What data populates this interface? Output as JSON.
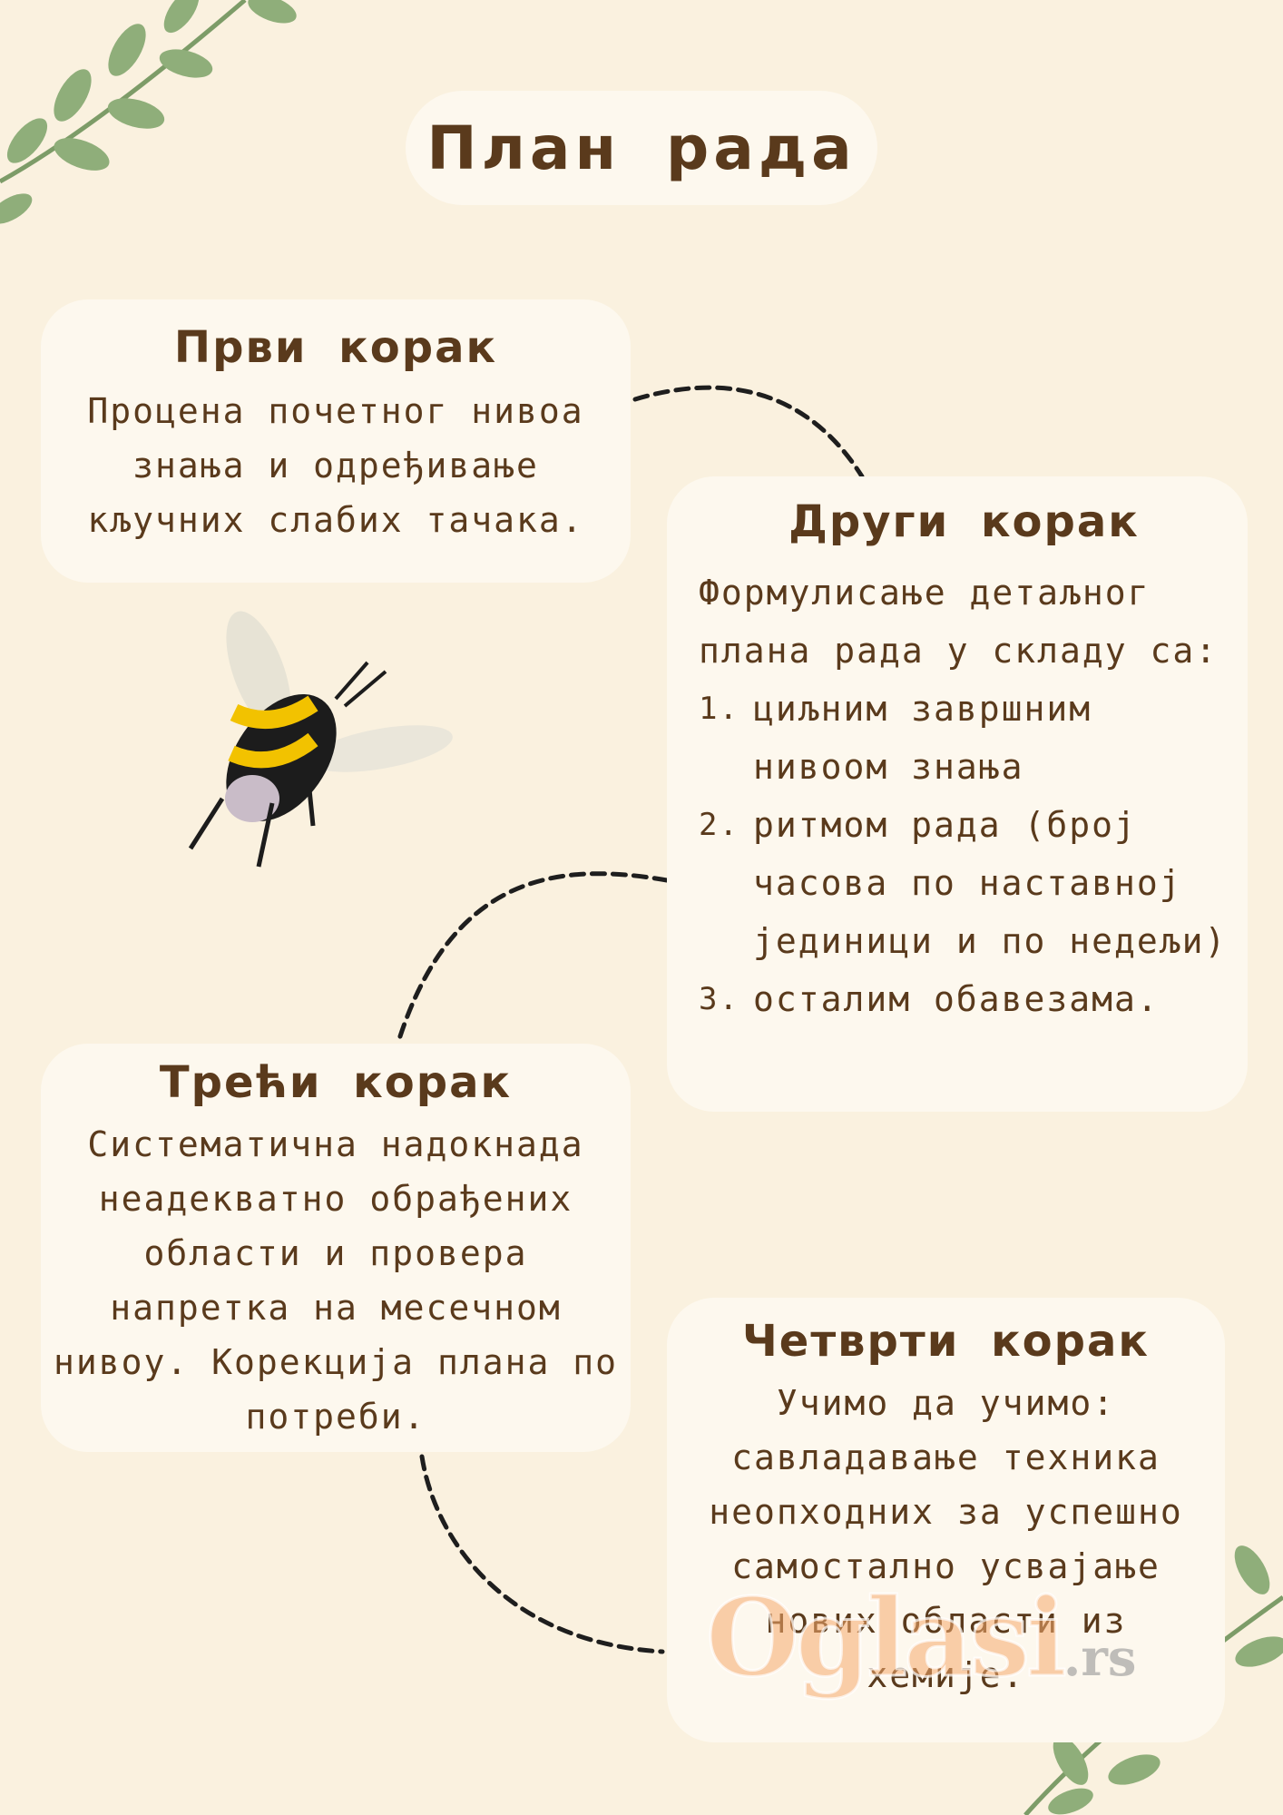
{
  "title": "План рада",
  "steps": [
    {
      "heading": "Први корак",
      "text": "Процена почетног нивоа знања и одређивање кључних слабих тачака."
    },
    {
      "heading": "Други корак",
      "intro": "Формулисање детаљног плана рада у складу са:",
      "items": [
        {
          "num": "1.",
          "text": "циљним завршним нивоом знања"
        },
        {
          "num": "2.",
          "text": "ритмом рада (број часова по наставној јединици и по недељи)"
        },
        {
          "num": "3.",
          "text": "осталим обавезама."
        }
      ]
    },
    {
      "heading": "Трећи корак",
      "text": "Систематична надокнада неадекватно обрађених области и провера напретка на месечном нивоу. Корекција плана по потреби."
    },
    {
      "heading": "Четврти корак",
      "text": "Учимо да учимо: савладавање техника неопходних за успешно самостално усвајање нових области из хемије."
    }
  ],
  "watermark": {
    "brand": "Oglasi",
    "suffix": ".rs"
  },
  "colors": {
    "background": "#faf1df",
    "card": "#fdf8ee",
    "text": "#5a3a1c",
    "leaf": "#8fae7a"
  },
  "icons": [
    "leaf-branch-icon",
    "bee-icon"
  ]
}
